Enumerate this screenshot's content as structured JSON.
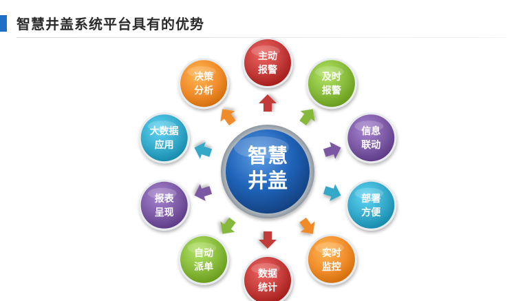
{
  "title": "智慧井盖系统平台具有的优势",
  "center": {
    "lines": [
      "智慧",
      "井盖"
    ],
    "color": "#1d5fb0"
  },
  "nodes": [
    {
      "lines": [
        "主动",
        "报警"
      ],
      "color": "#c23a37",
      "arrow": "#c23a37"
    },
    {
      "lines": [
        "及时",
        "报警"
      ],
      "color": "#86b83a",
      "arrow": "#86b83a"
    },
    {
      "lines": [
        "信息",
        "联动"
      ],
      "color": "#7b58a3",
      "arrow": "#7b58a3"
    },
    {
      "lines": [
        "部署",
        "方便"
      ],
      "color": "#34a8c8",
      "arrow": "#34a8c8"
    },
    {
      "lines": [
        "实时",
        "监控"
      ],
      "color": "#f08b2a",
      "arrow": "#f08b2a"
    },
    {
      "lines": [
        "数据",
        "统计"
      ],
      "color": "#c23a37",
      "arrow": "#c23a37"
    },
    {
      "lines": [
        "自动",
        "派单"
      ],
      "color": "#86b83a",
      "arrow": "#86b83a"
    },
    {
      "lines": [
        "报表",
        "呈现"
      ],
      "color": "#7b58a3",
      "arrow": "#7b58a3"
    },
    {
      "lines": [
        "大数据",
        "应用"
      ],
      "color": "#34a8c8",
      "arrow": "#34a8c8"
    },
    {
      "lines": [
        "决策",
        "分析"
      ],
      "color": "#f08b2a",
      "arrow": "#f08b2a"
    }
  ]
}
